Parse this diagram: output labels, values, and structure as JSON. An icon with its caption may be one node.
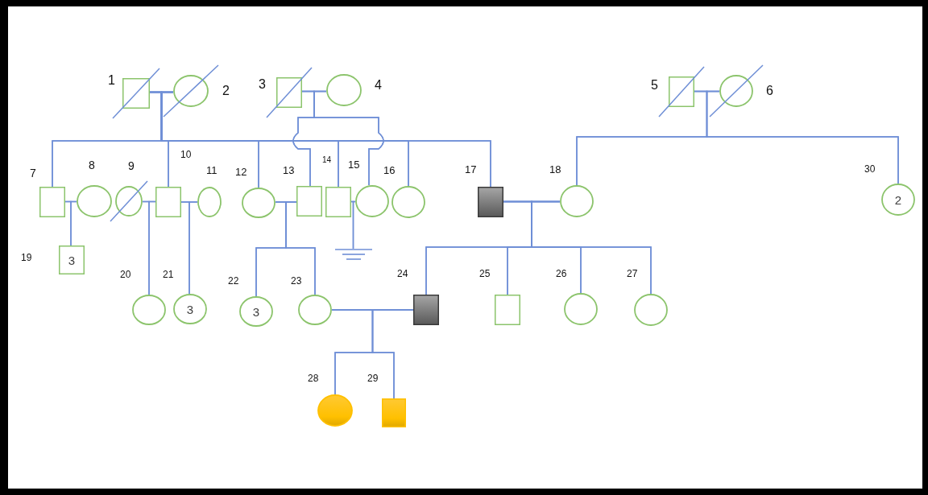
{
  "diagram": {
    "nodes": [
      {
        "text": [],
        "shape": "box",
        "beside": [
          "1"
        ]
      },
      {
        "text": [],
        "shape": "circle",
        "beside": [
          "2"
        ]
      },
      {
        "text": [],
        "shape": "box",
        "beside": [
          "3"
        ]
      },
      {
        "text": [],
        "shape": "circle",
        "beside": [
          "4"
        ]
      },
      {
        "text": [],
        "shape": "box",
        "beside": [
          "5"
        ]
      },
      {
        "text": [],
        "shape": "circle",
        "beside": [
          "6"
        ]
      },
      {
        "text": [],
        "shape": "box",
        "beside": [
          "7"
        ]
      },
      {
        "text": [],
        "shape": "circle",
        "beside": [
          "8"
        ]
      },
      {
        "text": [],
        "shape": "circle",
        "beside": [
          "9"
        ]
      },
      {
        "text": [],
        "shape": "box",
        "beside": [
          "10"
        ]
      },
      {
        "text": [],
        "shape": "circle",
        "beside": [
          "11"
        ]
      },
      {
        "text": [],
        "shape": "circle",
        "beside": [
          "12"
        ]
      },
      {
        "text": [],
        "shape": "box",
        "beside": [
          "13"
        ]
      },
      {
        "text": [],
        "shape": "box",
        "beside": [
          "14"
        ]
      },
      {
        "text": [],
        "shape": "circle",
        "beside": [
          "15"
        ]
      },
      {
        "text": [],
        "shape": "circle",
        "beside": [
          "16"
        ]
      },
      {
        "text": [],
        "shape": "box",
        "beside": [
          "17"
        ]
      },
      {
        "text": [],
        "shape": "circle",
        "beside": [
          "18"
        ]
      },
      {
        "text": [
          "3"
        ],
        "beside": [
          "19"
        ]
      },
      {
        "text": [],
        "shape": "circle",
        "beside": [
          "20"
        ]
      },
      {
        "text": [
          "3"
        ],
        "beside": [
          "21"
        ]
      },
      {
        "text": [
          "3"
        ],
        "beside": [
          "22"
        ]
      },
      {
        "text": [],
        "shape": "circle",
        "beside": [
          "23"
        ]
      },
      {
        "text": [],
        "shape": "box",
        "beside": [
          "24"
        ]
      },
      {
        "text": [],
        "shape": "box",
        "beside": [
          "25"
        ]
      },
      {
        "text": [],
        "shape": "circle",
        "beside": [
          "26"
        ]
      },
      {
        "text": [],
        "shape": "circle",
        "beside": [
          "27"
        ]
      },
      {
        "text": [],
        "shape": "circle",
        "beside": [
          "28"
        ]
      },
      {
        "text": [],
        "shape": "box",
        "beside": [
          "29"
        ]
      },
      {
        "text": [
          "2"
        ],
        "beside": [
          "30"
        ]
      },
      {
        "text": [],
        "shape": "bar"
      }
    ],
    "edges": [
      {
        "from": 0,
        "to": 1,
        "arrow": "none"
      },
      {
        "from": 2,
        "to": 3,
        "arrow": "none"
      },
      {
        "from": 4,
        "to": 5,
        "arrow": "none"
      },
      {
        "from": 6,
        "to": 7,
        "arrow": "none"
      },
      {
        "from": 8,
        "to": 9,
        "arrow": "none"
      },
      {
        "from": 9,
        "to": 10,
        "arrow": "none"
      },
      {
        "from": 11,
        "to": 12,
        "arrow": "none"
      },
      {
        "from": 13,
        "to": 14,
        "arrow": "none"
      },
      {
        "from": 16,
        "to": 17,
        "arrow": "none"
      },
      {
        "from": 22,
        "to": 23,
        "arrow": "none"
      },
      {
        "from": 0,
        "to": 6,
        "arrow": "none"
      },
      {
        "from": 1,
        "to": 6,
        "arrow": "none"
      },
      {
        "from": 0,
        "to": 9,
        "arrow": "none"
      },
      {
        "from": 1,
        "to": 9,
        "arrow": "none"
      },
      {
        "from": 0,
        "to": 11,
        "arrow": "none"
      },
      {
        "from": 1,
        "to": 11,
        "arrow": "none"
      },
      {
        "from": 0,
        "to": 13,
        "arrow": "none"
      },
      {
        "from": 1,
        "to": 13,
        "arrow": "none"
      },
      {
        "from": 0,
        "to": 15,
        "arrow": "none"
      },
      {
        "from": 1,
        "to": 15,
        "arrow": "none"
      },
      {
        "from": 0,
        "to": 16,
        "arrow": "none"
      },
      {
        "from": 1,
        "to": 16,
        "arrow": "none"
      },
      {
        "from": 2,
        "to": 12,
        "arrow": "none"
      },
      {
        "from": 3,
        "to": 12,
        "arrow": "none"
      },
      {
        "from": 2,
        "to": 14,
        "arrow": "none"
      },
      {
        "from": 3,
        "to": 14,
        "arrow": "none"
      },
      {
        "from": 4,
        "to": 17,
        "arrow": "none"
      },
      {
        "from": 5,
        "to": 17,
        "arrow": "none"
      },
      {
        "from": 4,
        "to": 29,
        "arrow": "none"
      },
      {
        "from": 5,
        "to": 29,
        "arrow": "none"
      },
      {
        "from": 6,
        "to": 18,
        "arrow": "none"
      },
      {
        "from": 7,
        "to": 18,
        "arrow": "none"
      },
      {
        "from": 8,
        "to": 19,
        "arrow": "none"
      },
      {
        "from": 9,
        "to": 19,
        "arrow": "none"
      },
      {
        "from": 9,
        "to": 20,
        "arrow": "none"
      },
      {
        "from": 10,
        "to": 20,
        "arrow": "none"
      },
      {
        "from": 11,
        "to": 21,
        "arrow": "none"
      },
      {
        "from": 12,
        "to": 21,
        "arrow": "none"
      },
      {
        "from": 11,
        "to": 22,
        "arrow": "none"
      },
      {
        "from": 12,
        "to": 22,
        "arrow": "none"
      },
      {
        "from": 13,
        "to": 30,
        "arrow": "none"
      },
      {
        "from": 14,
        "to": 30,
        "arrow": "none"
      },
      {
        "from": 16,
        "to": 23,
        "arrow": "none"
      },
      {
        "from": 17,
        "to": 23,
        "arrow": "none"
      },
      {
        "from": 16,
        "to": 24,
        "arrow": "none"
      },
      {
        "from": 17,
        "to": 24,
        "arrow": "none"
      },
      {
        "from": 16,
        "to": 25,
        "arrow": "none"
      },
      {
        "from": 17,
        "to": 25,
        "arrow": "none"
      },
      {
        "from": 16,
        "to": 26,
        "arrow": "none"
      },
      {
        "from": 17,
        "to": 26,
        "arrow": "none"
      },
      {
        "from": 22,
        "to": 27,
        "arrow": "none"
      },
      {
        "from": 23,
        "to": 27,
        "arrow": "none"
      },
      {
        "from": 22,
        "to": 28,
        "arrow": "none"
      },
      {
        "from": 23,
        "to": 28,
        "arrow": "none"
      }
    ]
  }
}
